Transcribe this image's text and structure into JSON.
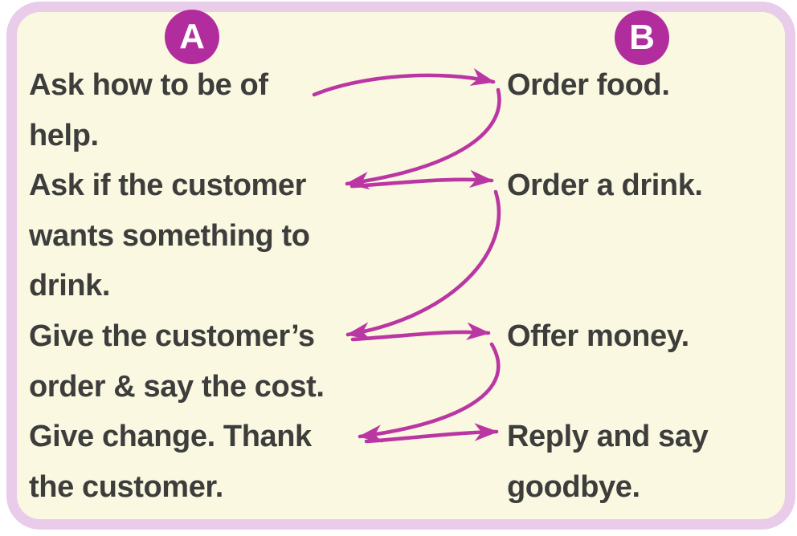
{
  "exercise": {
    "type": "matching",
    "columns": {
      "a": {
        "label": "A",
        "items": [
          {
            "text": "Ask how to be of help.",
            "lines": [
              "Ask how to be of",
              "help."
            ]
          },
          {
            "text": "Ask if the customer wants something to drink.",
            "lines": [
              "Ask if the customer",
              "wants something to",
              "drink."
            ]
          },
          {
            "text": "Give the customer’s order & say the cost.",
            "lines": [
              "Give the customer’s",
              "order & say the cost."
            ]
          },
          {
            "text": "Give change. Thank the customer.",
            "lines": [
              "Give change. Thank",
              "the customer."
            ]
          }
        ]
      },
      "b": {
        "label": "B",
        "items": [
          {
            "text": "Order food.",
            "lines": [
              "Order food."
            ]
          },
          {
            "text": "Order a drink.",
            "lines": [
              "Order a drink."
            ]
          },
          {
            "text": "Offer money.",
            "lines": [
              "Offer money."
            ]
          },
          {
            "text": "Reply and say goodbye.",
            "lines": [
              "Reply and say",
              "goodbye."
            ]
          }
        ]
      }
    },
    "connections": [
      {
        "from": "A1",
        "to": "B1",
        "from_text": "Ask how to be of help.",
        "to_text": "Order food."
      },
      {
        "from": "B1",
        "to": "A2",
        "from_text": "Order food.",
        "to_text": "Ask if the customer wants something to drink."
      },
      {
        "from": "A2",
        "to": "B2",
        "from_text": "Ask if the customer wants something to drink.",
        "to_text": "Order a drink."
      },
      {
        "from": "B2",
        "to": "A3",
        "from_text": "Order a drink.",
        "to_text": "Give the customer’s order & say the cost."
      },
      {
        "from": "A3",
        "to": "B3",
        "from_text": "Give the customer’s order & say the cost.",
        "to_text": "Offer money."
      },
      {
        "from": "B3",
        "to": "A4",
        "from_text": "Offer money.",
        "to_text": "Give change. Thank the customer."
      },
      {
        "from": "A4",
        "to": "B4",
        "from_text": "Give change. Thank the customer.",
        "to_text": "Reply and say goodbye."
      }
    ],
    "colors": {
      "arrow_magenta": "#ba37a3",
      "badge_magenta": "#b12d9d",
      "card_background": "#faf8e1",
      "card_border": "#e8cce9",
      "text": "#3d3d3c"
    }
  }
}
